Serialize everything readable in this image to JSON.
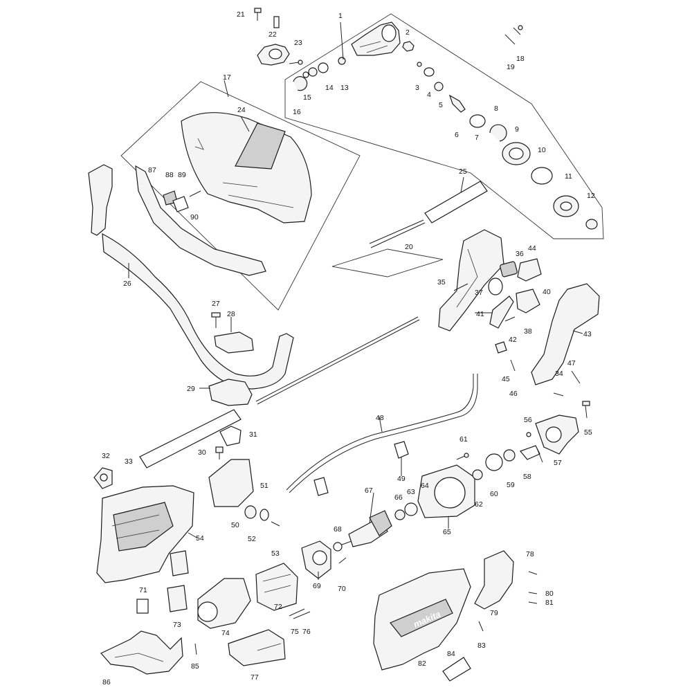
{
  "diagram": {
    "brand_label": "makita",
    "callouts": [
      "1",
      "2",
      "3",
      "4",
      "5",
      "6",
      "7",
      "8",
      "9",
      "10",
      "11",
      "12",
      "13",
      "14",
      "15",
      "16",
      "17",
      "18",
      "19",
      "20",
      "21",
      "22",
      "23",
      "24",
      "25",
      "26",
      "27",
      "28",
      "29",
      "30",
      "31",
      "32",
      "33",
      "34",
      "35",
      "36",
      "37",
      "38",
      "40",
      "41",
      "42",
      "43",
      "44",
      "45",
      "46",
      "47",
      "48",
      "49",
      "50",
      "51",
      "52",
      "53",
      "54",
      "55",
      "56",
      "57",
      "58",
      "59",
      "60",
      "61",
      "62",
      "63",
      "64",
      "65",
      "66",
      "67",
      "68",
      "69",
      "70",
      "71",
      "72",
      "73",
      "74",
      "75",
      "76",
      "77",
      "78",
      "79",
      "80",
      "81",
      "82",
      "83",
      "84",
      "85",
      "86",
      "87",
      "88",
      "89",
      "90"
    ]
  }
}
